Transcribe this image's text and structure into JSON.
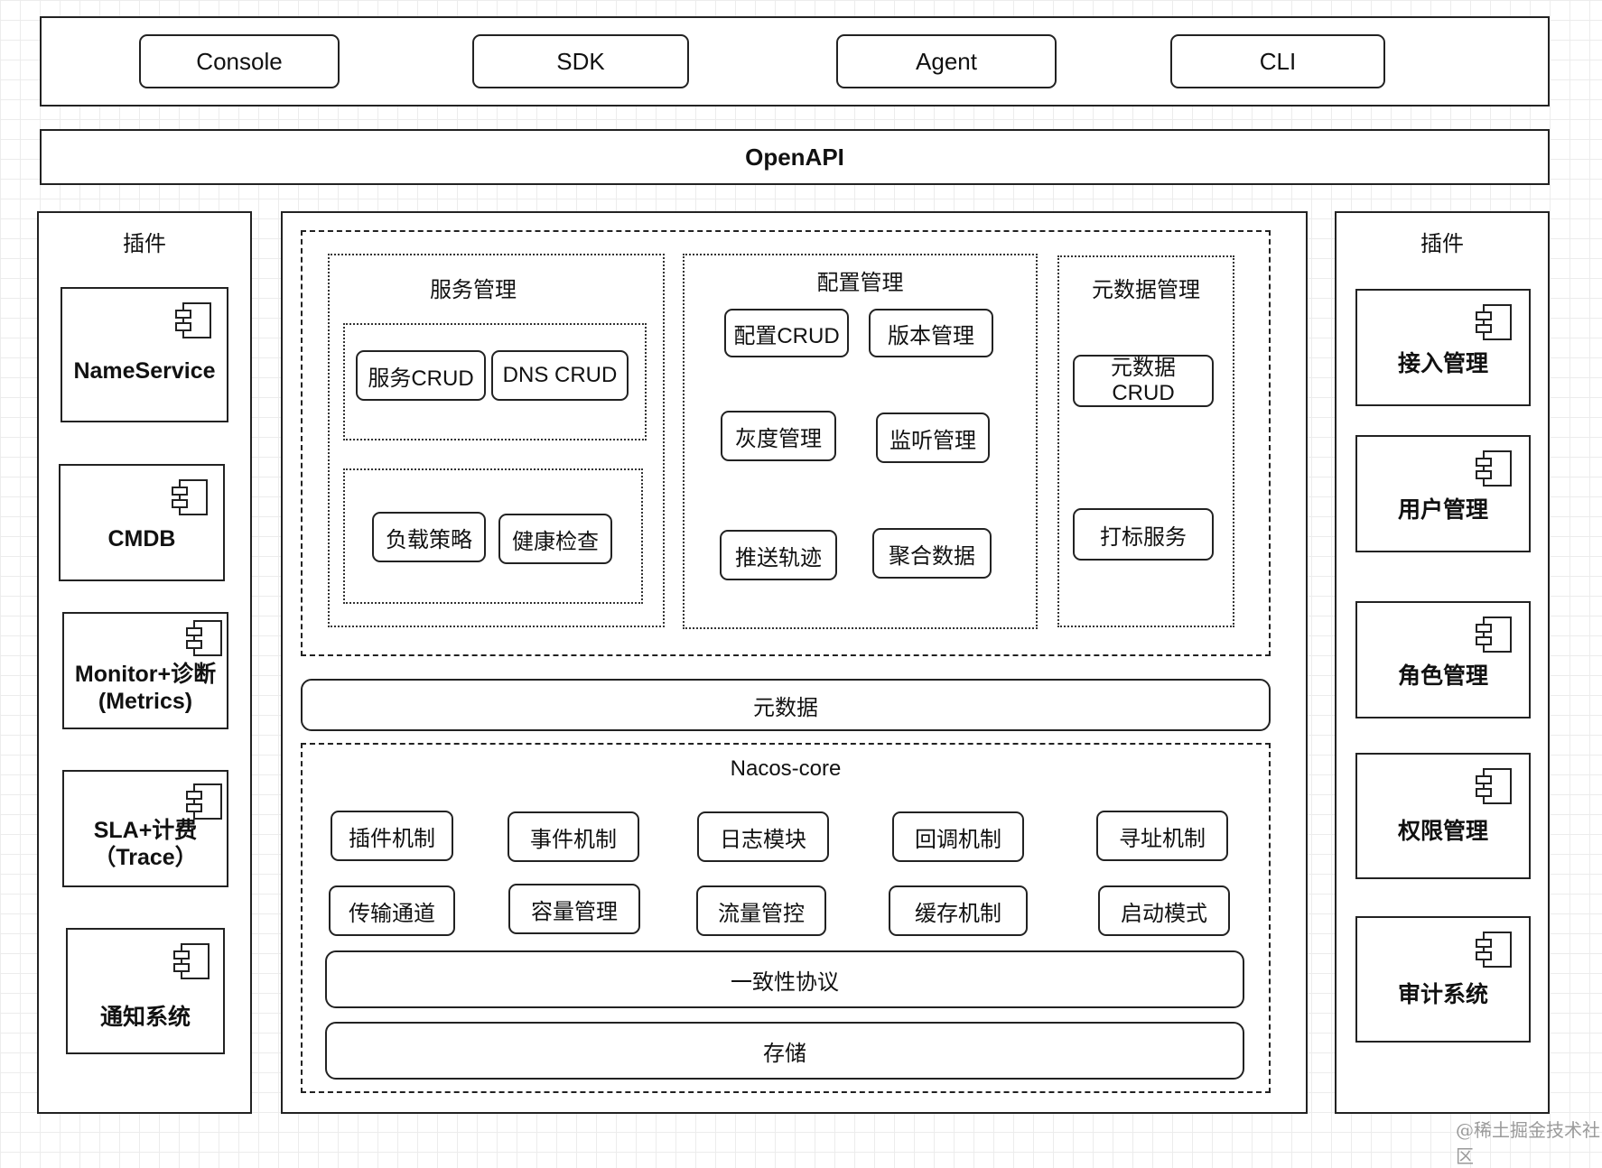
{
  "clients": [
    "Console",
    "SDK",
    "Agent",
    "CLI"
  ],
  "openapi": "OpenAPI",
  "left_plugins": {
    "title": "插件",
    "items": [
      "NameService",
      "CMDB",
      "Monitor+诊断\n(Metrics)",
      "SLA+计费\n（Trace）",
      "通知系统"
    ]
  },
  "right_plugins": {
    "title": "插件",
    "items": [
      "接入管理",
      "用户管理",
      "角色管理",
      "权限管理",
      "审计系统"
    ]
  },
  "service_mgmt": {
    "title": "服务管理",
    "items": [
      "服务CRUD",
      "DNS CRUD",
      "负载策略",
      "健康检查"
    ]
  },
  "config_mgmt": {
    "title": "配置管理",
    "items": [
      "配置CRUD",
      "版本管理",
      "灰度管理",
      "监听管理",
      "推送轨迹",
      "聚合数据"
    ]
  },
  "metadata_mgmt": {
    "title": "元数据管理",
    "items": [
      "元数据\nCRUD",
      "打标服务"
    ]
  },
  "metadata_bar": "元数据",
  "core": {
    "title": "Nacos-core",
    "row1": [
      "插件机制",
      "事件机制",
      "日志模块",
      "回调机制",
      "寻址机制"
    ],
    "row2": [
      "传输通道",
      "容量管理",
      "流量管控",
      "缓存机制",
      "启动模式"
    ],
    "consistency": "一致性协议",
    "storage": "存储"
  },
  "watermark": "@稀土掘金技术社区"
}
